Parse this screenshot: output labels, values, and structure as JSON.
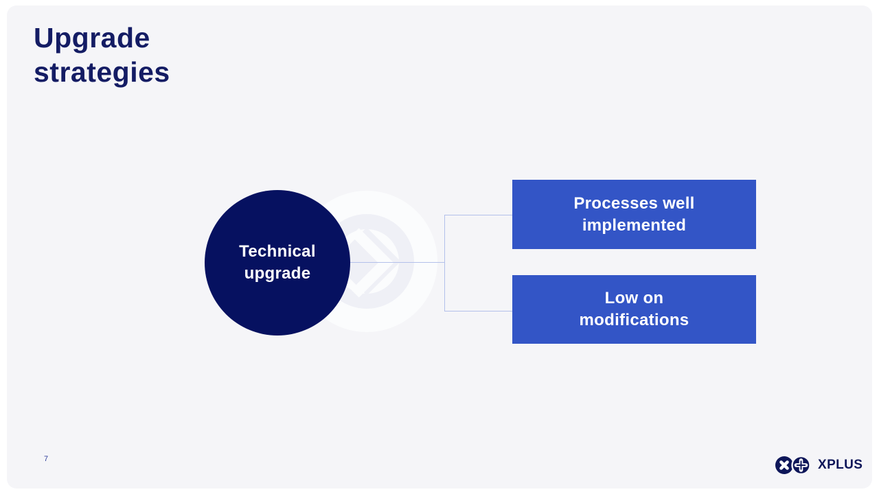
{
  "slide": {
    "title": "Upgrade strategies"
  },
  "diagram": {
    "source_label": "Technical upgrade",
    "targets": [
      {
        "label": "Processes well implemented"
      },
      {
        "label": "Low on modifications"
      }
    ],
    "arrow_icon": "chevron-right-icon"
  },
  "footer": {
    "page_number": "7",
    "logo_text": "XPLUS"
  },
  "colors": {
    "slide_background": "#f5f5f8",
    "title_navy": "#141c64",
    "circle_navy": "#061160",
    "box_blue": "#3355c6",
    "connector_blue": "#b3c0ea",
    "deco_white": "#fbfcfd",
    "deco_grey": "#eff0f6",
    "logo_navy": "#0e1659"
  }
}
